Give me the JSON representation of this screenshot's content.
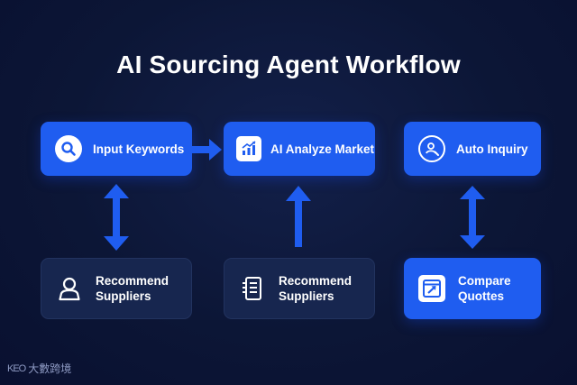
{
  "title": "AI Sourcing Agent Workflow",
  "colors": {
    "accent": "#1f5df0",
    "card_dark": "#17264f",
    "background": "#0c1636"
  },
  "nodes": {
    "input_keywords": {
      "label": "Input Keywords",
      "icon": "search-icon"
    },
    "ai_analyze": {
      "label": "AI Analyze Market",
      "icon": "chart-icon"
    },
    "auto_inquiry": {
      "label": "Auto Inquiry",
      "icon": "user-search-icon"
    },
    "recommend_1": {
      "label_line1": "Recommend",
      "label_line2": "Suppliers",
      "icon": "person-icon"
    },
    "recommend_2": {
      "label_line1": "Recommend",
      "label_line2": "Suppliers",
      "icon": "document-list-icon"
    },
    "compare": {
      "label_line1": "Compare",
      "label_line2": "Quottes",
      "icon": "window-arrow-icon"
    }
  },
  "watermark": {
    "logo": "KEO",
    "text": "大數跨境"
  }
}
